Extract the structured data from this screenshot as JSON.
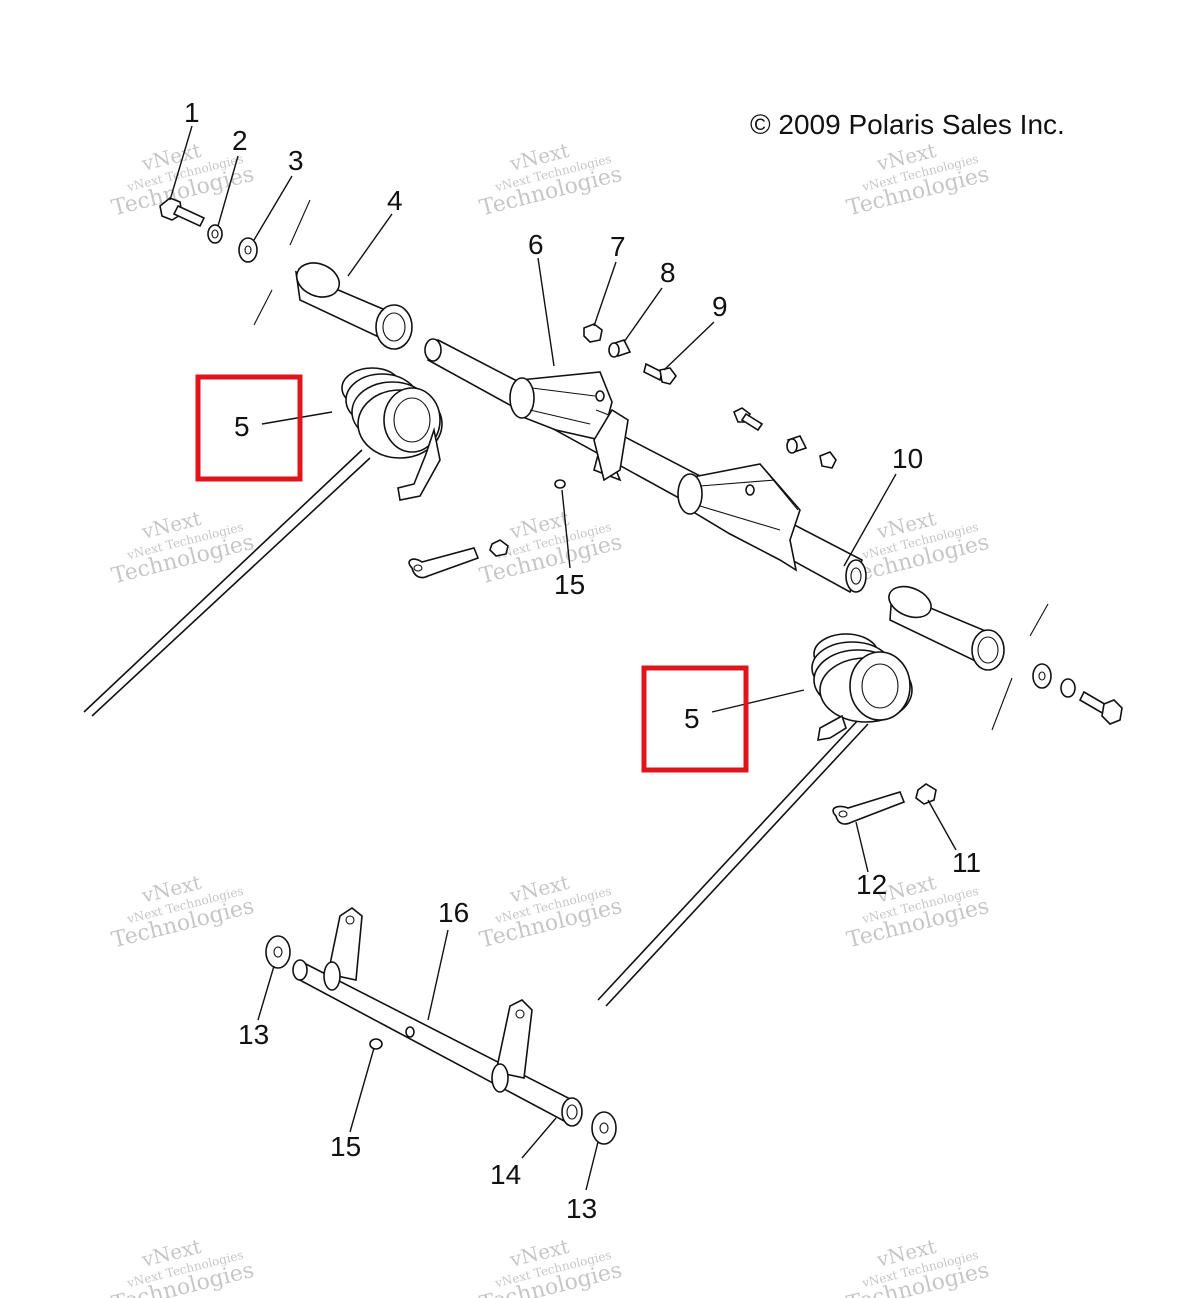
{
  "copyright": "© 2009 Polaris Sales Inc.",
  "watermark": {
    "line1": "vNext Technologies",
    "line2": "vNext",
    "line3": "Technologies"
  },
  "callouts": {
    "c1": "1",
    "c2": "2",
    "c3": "3",
    "c4": "4",
    "c5a": "5",
    "c5b": "5",
    "c6": "6",
    "c7": "7",
    "c8": "8",
    "c9": "9",
    "c10": "10",
    "c11": "11",
    "c12": "12",
    "c13a": "13",
    "c13b": "13",
    "c14": "14",
    "c15a": "15",
    "c15b": "15",
    "c16": "16"
  },
  "highlight_color": "#e0141b"
}
